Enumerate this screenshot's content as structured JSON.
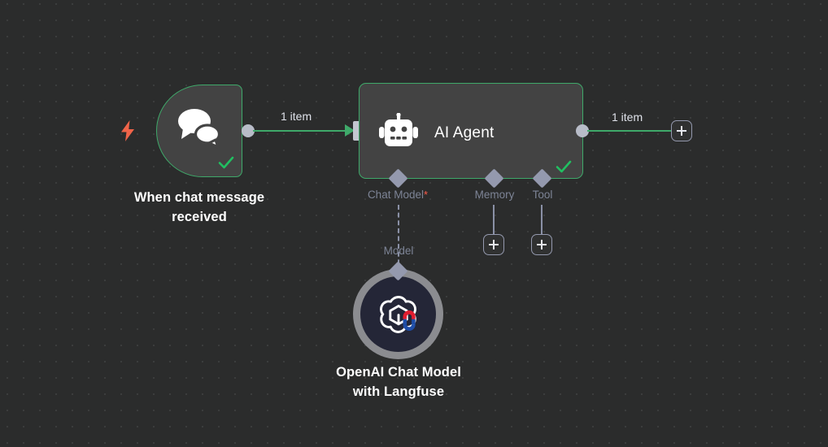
{
  "canvas": {
    "background_color": "#2b2c2c",
    "grid_dot_color": "#3b3d3d",
    "accent_success": "#3fa96a",
    "accent_trigger": "#f06449",
    "port_color": "#9499ae",
    "label_muted": "#7d8496"
  },
  "nodes": [
    {
      "id": "chat-trigger",
      "title": "When chat message\nreceived",
      "icon": "chat-bubbles-icon",
      "status": "success",
      "trigger_icon": "lightning-bolt-icon"
    },
    {
      "id": "ai-agent",
      "title": "AI Agent",
      "icon": "robot-icon",
      "status": "success",
      "inputs": [
        {
          "name": "Chat Model",
          "required": true,
          "required_marker": "*"
        },
        {
          "name": "Memory",
          "required": false,
          "required_marker": ""
        },
        {
          "name": "Tool",
          "required": false,
          "required_marker": ""
        }
      ]
    },
    {
      "id": "openai-chat-model",
      "title": "OpenAI Chat Model\nwith Langfuse",
      "icon": "openai-langfuse-icon",
      "port_label": "Model"
    }
  ],
  "connections": [
    {
      "id": "trigger-to-agent",
      "label": "1 item"
    },
    {
      "id": "agent-to-next",
      "label": "1 item"
    }
  ],
  "buttons": {
    "add_output_node": "+",
    "add_memory_node": "+",
    "add_tool_node": "+"
  }
}
